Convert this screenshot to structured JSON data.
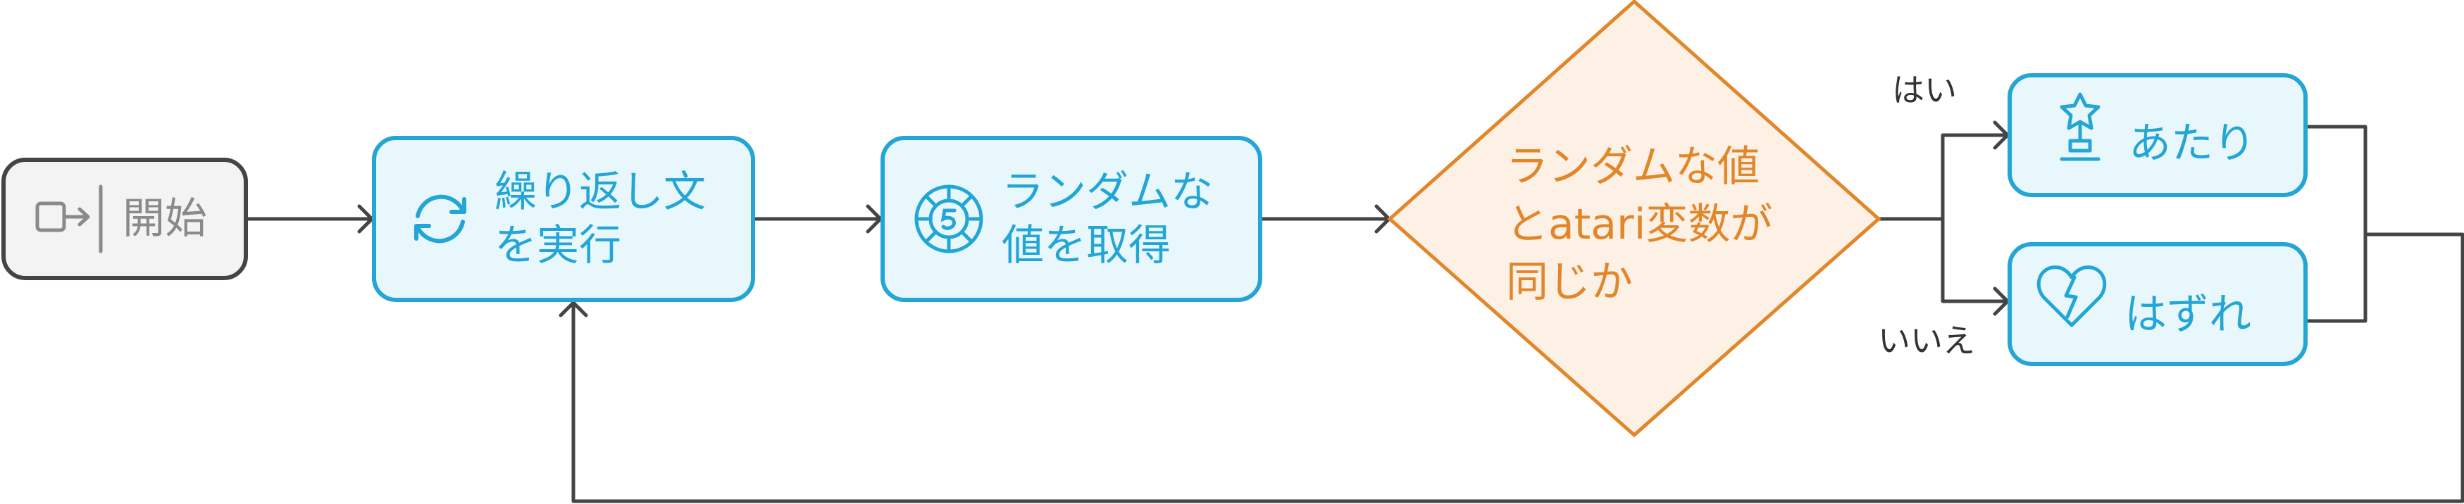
{
  "nodes": {
    "start": {
      "label": "開始",
      "icon": "exit-arrow-icon"
    },
    "loop": {
      "label": "繰り返し文\nを実行",
      "icon": "refresh-cycle-icon"
    },
    "random": {
      "label": "ランダムな\n値を取得",
      "icon": "casino-chip-icon"
    },
    "decision": {
      "label": "ランダムな値\nとatari変数が\n同じか"
    },
    "win": {
      "label": "あたり",
      "icon": "trophy-star-icon"
    },
    "lose": {
      "label": "はずれ",
      "icon": "broken-heart-icon"
    }
  },
  "edges": {
    "yes_label": "はい",
    "no_label": "いいえ"
  },
  "colors": {
    "blue": "#23a6d5",
    "blue_fill": "#e8f7fc",
    "orange": "#e2862a",
    "orange_fill": "#fdf0e4",
    "gray": "#444444",
    "gray_text": "#8a8a8a"
  }
}
